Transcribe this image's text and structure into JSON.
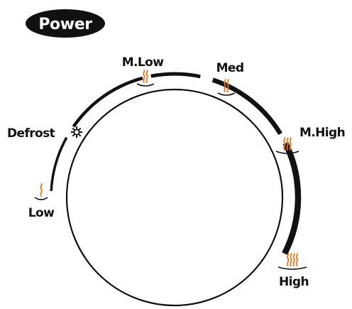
{
  "title": "Power",
  "colors": {
    "ink": "#111111",
    "heat": "#e87722",
    "badge": "#111111",
    "badge_text": "#ffffff"
  },
  "dial": {
    "settings": [
      {
        "label": "Low",
        "icon": "heat-wave-1-icon",
        "waves": 1
      },
      {
        "label": "Defrost",
        "icon": "snowflake-icon",
        "waves": 0
      },
      {
        "label": "M.Low",
        "icon": "heat-wave-2-icon",
        "waves": 2
      },
      {
        "label": "Med",
        "icon": "heat-wave-2-icon",
        "waves": 2
      },
      {
        "label": "M.High",
        "icon": "heat-wave-3-icon",
        "waves": 3
      },
      {
        "label": "High",
        "icon": "heat-wave-4-icon",
        "waves": 4
      }
    ]
  }
}
